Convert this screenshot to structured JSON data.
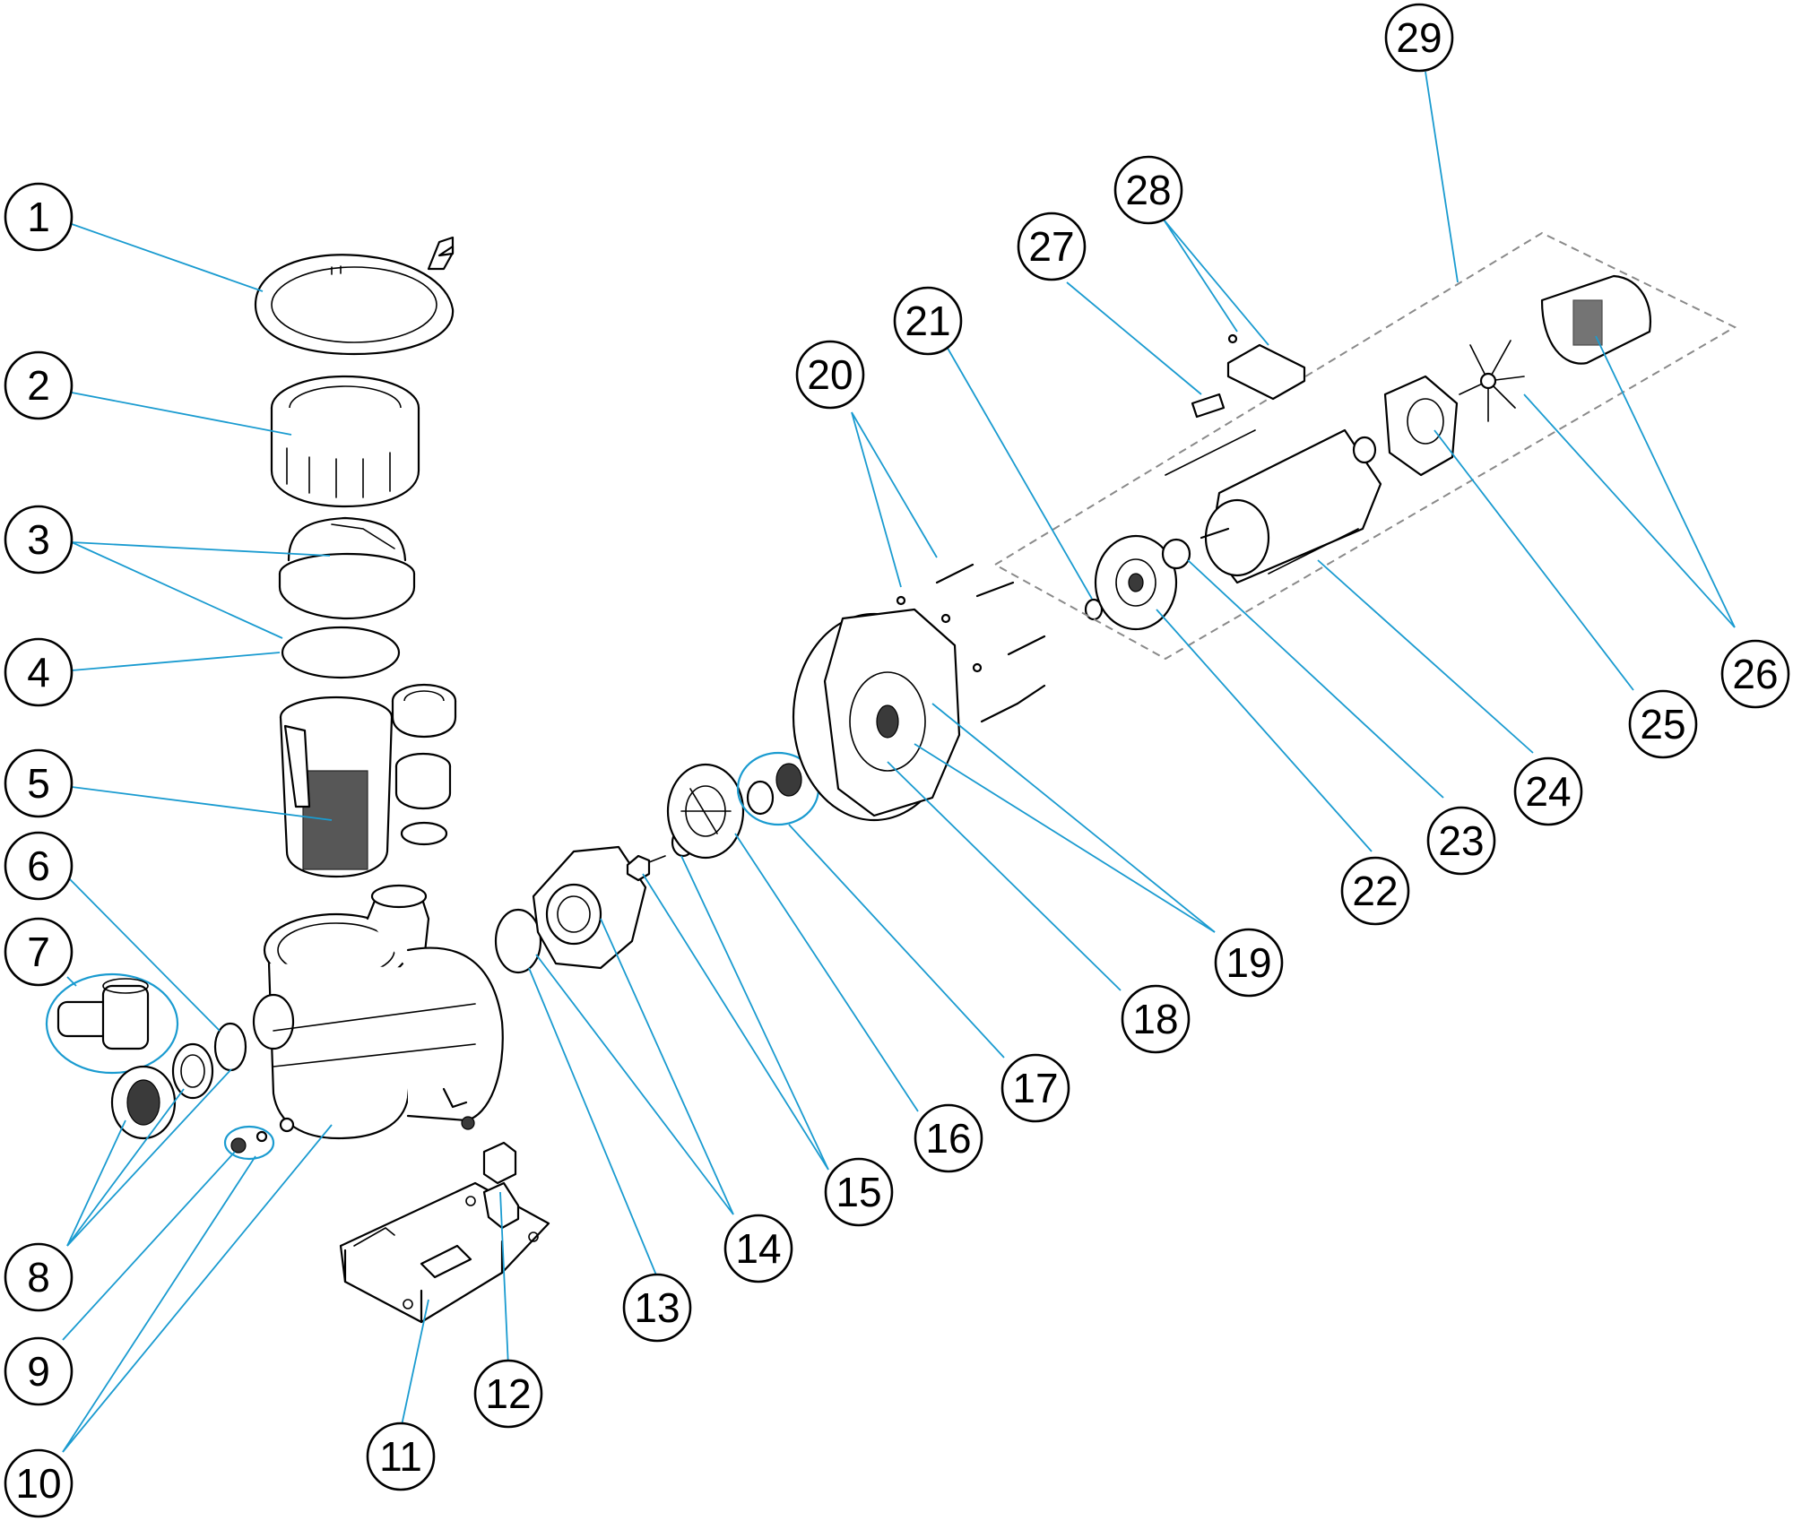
{
  "colors": {
    "leader": "#1a9bd0",
    "outline": "#000000",
    "group_box": "#8a8a8a"
  },
  "callouts": [
    {
      "id": "1",
      "label": "1"
    },
    {
      "id": "2",
      "label": "2"
    },
    {
      "id": "3",
      "label": "3"
    },
    {
      "id": "4",
      "label": "4"
    },
    {
      "id": "5",
      "label": "5"
    },
    {
      "id": "6",
      "label": "6"
    },
    {
      "id": "7",
      "label": "7"
    },
    {
      "id": "8",
      "label": "8"
    },
    {
      "id": "9",
      "label": "9"
    },
    {
      "id": "10",
      "label": "10"
    },
    {
      "id": "11",
      "label": "11"
    },
    {
      "id": "12",
      "label": "12"
    },
    {
      "id": "13",
      "label": "13"
    },
    {
      "id": "14",
      "label": "14"
    },
    {
      "id": "15",
      "label": "15"
    },
    {
      "id": "16",
      "label": "16"
    },
    {
      "id": "17",
      "label": "17"
    },
    {
      "id": "18",
      "label": "18"
    },
    {
      "id": "19",
      "label": "19"
    },
    {
      "id": "20",
      "label": "20"
    },
    {
      "id": "21",
      "label": "21"
    },
    {
      "id": "22",
      "label": "22"
    },
    {
      "id": "23",
      "label": "23"
    },
    {
      "id": "24",
      "label": "24"
    },
    {
      "id": "25",
      "label": "25"
    },
    {
      "id": "26",
      "label": "26"
    },
    {
      "id": "27",
      "label": "27"
    },
    {
      "id": "28",
      "label": "28"
    },
    {
      "id": "29",
      "label": "29"
    }
  ]
}
